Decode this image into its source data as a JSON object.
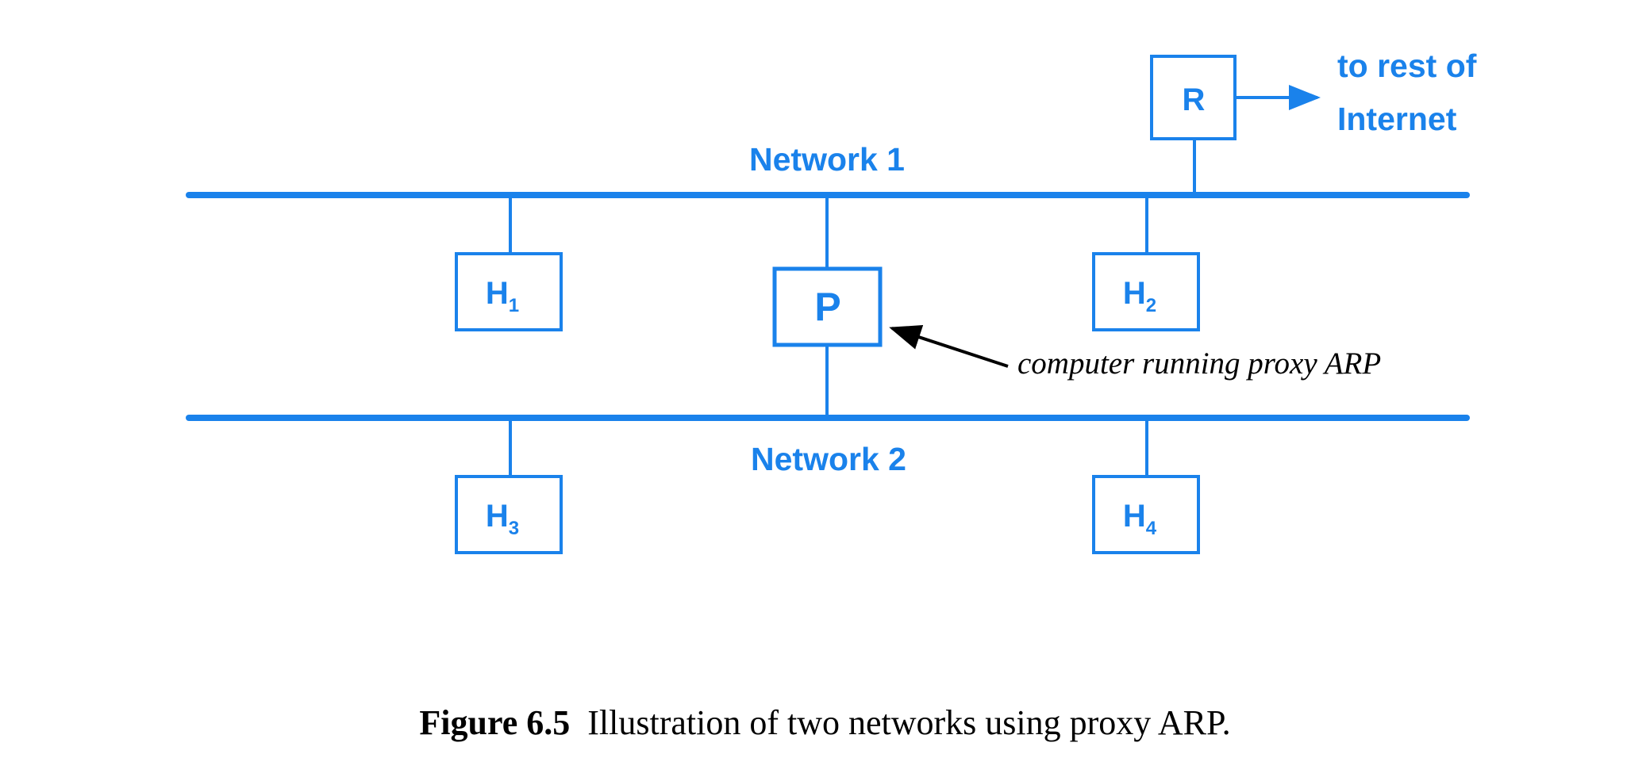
{
  "networks": {
    "net1": "Network 1",
    "net2": "Network 2"
  },
  "nodes": {
    "router": "R",
    "proxy": "P",
    "hosts": [
      {
        "letter": "H",
        "sub": "1"
      },
      {
        "letter": "H",
        "sub": "2"
      },
      {
        "letter": "H",
        "sub": "3"
      },
      {
        "letter": "H",
        "sub": "4"
      }
    ]
  },
  "external": {
    "line1": "to rest of",
    "line2": "Internet"
  },
  "annotation": "computer running proxy ARP",
  "caption": {
    "number": "Figure 6.5",
    "text": "Illustration of two networks using proxy ARP."
  },
  "colors": {
    "diagram": "#1a82eb",
    "annotation": "#000000"
  }
}
